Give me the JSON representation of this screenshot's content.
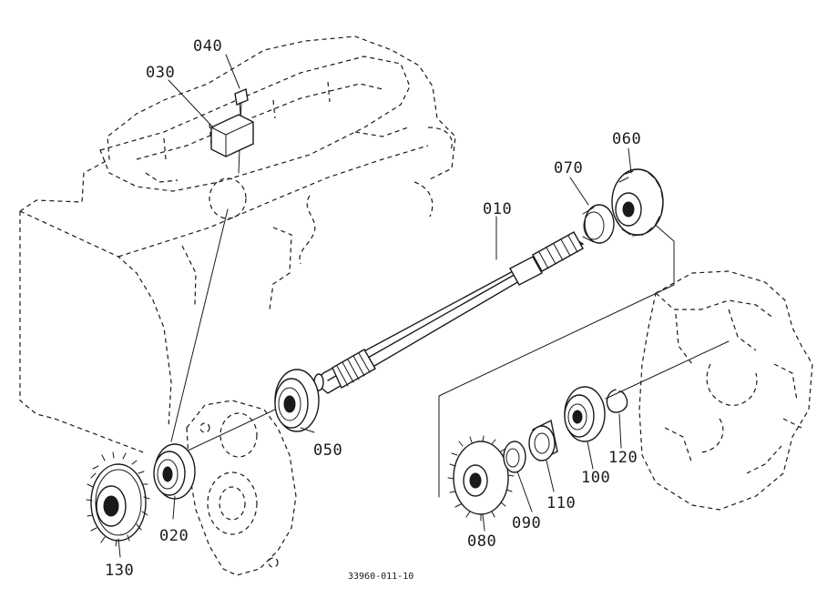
{
  "diagram": {
    "catalog_number": "33960-011-10",
    "parts": [
      {
        "id": "p010",
        "label": "010"
      },
      {
        "id": "p020",
        "label": "020"
      },
      {
        "id": "p030",
        "label": "030"
      },
      {
        "id": "p040",
        "label": "040"
      },
      {
        "id": "p050",
        "label": "050"
      },
      {
        "id": "p060",
        "label": "060"
      },
      {
        "id": "p070",
        "label": "070"
      },
      {
        "id": "p080",
        "label": "080"
      },
      {
        "id": "p090",
        "label": "090"
      },
      {
        "id": "p100",
        "label": "100"
      },
      {
        "id": "p110",
        "label": "110"
      },
      {
        "id": "p120",
        "label": "120"
      },
      {
        "id": "p130",
        "label": "130"
      }
    ]
  }
}
